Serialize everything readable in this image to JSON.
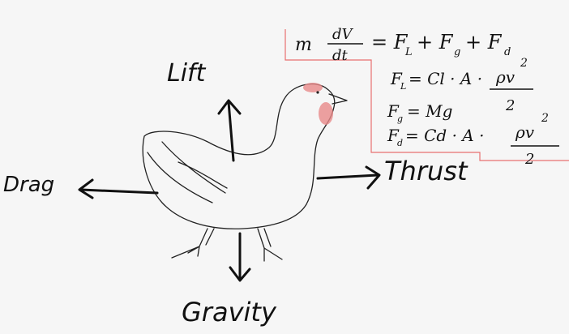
{
  "labels": {
    "lift": "Lift",
    "drag": "Drag",
    "thrust": "Thrust",
    "gravity": "Gravity"
  },
  "equations": {
    "main_lhs_m": "m",
    "main_frac_num": "dV",
    "main_frac_den": "dt",
    "main_rhs": "= F",
    "main_sub_l": "L",
    "main_plus1": "+ F",
    "main_sub_g": "g",
    "main_plus2": "+ F",
    "main_sub_d": "d",
    "lift_lhs": "F",
    "lift_sub": "L",
    "lift_rhs": "= Cl · A ·",
    "lift_frac_num": "ρv",
    "lift_frac_exp": "2",
    "lift_frac_den": "2",
    "grav_lhs": "F",
    "grav_sub": "g",
    "grav_rhs": "= Mg",
    "drag_lhs": "F",
    "drag_sub": "d",
    "drag_rhs": "= Cd · A ·",
    "drag_frac_num": "ρv",
    "drag_frac_exp": "2",
    "drag_frac_den": "2"
  },
  "colors": {
    "ink": "#111111",
    "background": "#f6f6f6",
    "highlight_border": "#e87070",
    "blush": "#e88a8a"
  }
}
